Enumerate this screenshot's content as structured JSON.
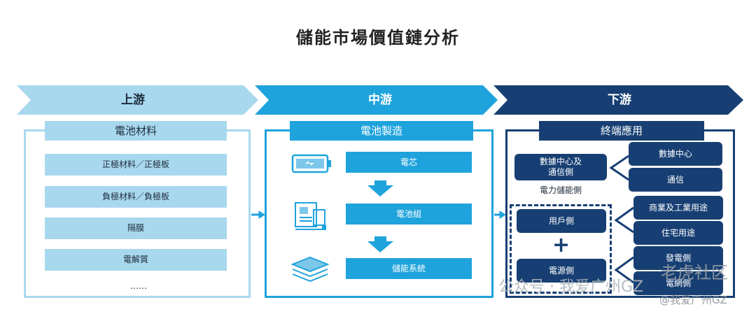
{
  "title": "儲能市場價值鏈分析",
  "colors": {
    "upstream": "#a8d8ee",
    "midstream": "#1fa3dc",
    "downstream": "#173f73"
  },
  "stages": [
    {
      "label": "上游"
    },
    {
      "label": "中游"
    },
    {
      "label": "下游"
    }
  ],
  "upstream": {
    "header": "電池材料",
    "items": [
      "正極材料／正極板",
      "負極材料／負極板",
      "隔膜",
      "電解質"
    ],
    "more": "……"
  },
  "midstream": {
    "header": "電池製造",
    "items": [
      "電芯",
      "電池組",
      "儲能系統"
    ],
    "icons": [
      "battery-icon",
      "battery-pack-icon",
      "stacked-layers-icon"
    ]
  },
  "downstream": {
    "header": "終端應用",
    "data_center_group": "數據中心及\n通信側",
    "data_center": "數據中心",
    "telecom": "通信",
    "power_storage_caption": "電力儲能側",
    "user_side": "用戶側",
    "commercial_industrial": "商業及工業用途",
    "residential": "住宅用途",
    "plus": "+",
    "power_source_side": "電源側",
    "generation_side": "發電側",
    "grid_side": "電網側"
  },
  "watermarks": [
    "公众号 · 我爱广州GZ",
    "老虎社区",
    "@我爱广州GZ"
  ]
}
